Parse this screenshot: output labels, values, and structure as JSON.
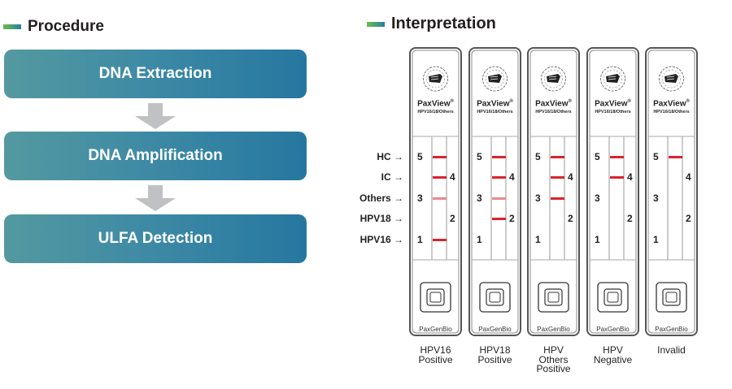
{
  "procedure": {
    "title": "Procedure",
    "steps": [
      "DNA Extraction",
      "DNA Amplification",
      "ULFA Detection"
    ],
    "arrow_icon": "down-arrow-icon"
  },
  "interpretation": {
    "title": "Interpretation",
    "row_labels": [
      "HC",
      "IC",
      "Others",
      "HPV18",
      "HPV16"
    ],
    "row_numbers": [
      "5",
      "4",
      "3",
      "2",
      "1"
    ],
    "strip_brand": "PaxView",
    "strip_brand_mark": "®",
    "strip_subtitle": "HPV16/18/Others",
    "strip_maker": "PaxGenBio",
    "band_color": "#d9232e",
    "faint_band_color": "#e88a90",
    "strips": [
      {
        "caption": [
          "HPV16",
          "Positive"
        ],
        "bands": {
          "5": "strong",
          "4": "strong",
          "3": "faint",
          "2": "none",
          "1": "strong"
        }
      },
      {
        "caption": [
          "HPV18",
          "Positive"
        ],
        "bands": {
          "5": "strong",
          "4": "strong",
          "3": "faint",
          "2": "strong",
          "1": "none"
        }
      },
      {
        "caption": [
          "HPV",
          "Others",
          "Positive"
        ],
        "bands": {
          "5": "strong",
          "4": "strong",
          "3": "strong",
          "2": "none",
          "1": "none"
        }
      },
      {
        "caption": [
          "HPV",
          "Negative"
        ],
        "bands": {
          "5": "strong",
          "4": "strong",
          "3": "none",
          "2": "none",
          "1": "none"
        }
      },
      {
        "caption": [
          "Invalid"
        ],
        "bands": {
          "5": "strong",
          "4": "none",
          "3": "none",
          "2": "none",
          "1": "none"
        }
      }
    ]
  },
  "colors": {
    "step_gradient_start": "#5499a0",
    "step_gradient_end": "#2677a0",
    "title_bar_start": "#6abf4b",
    "title_bar_end": "#2a7d9e",
    "arrow": "#c0c1c4"
  }
}
